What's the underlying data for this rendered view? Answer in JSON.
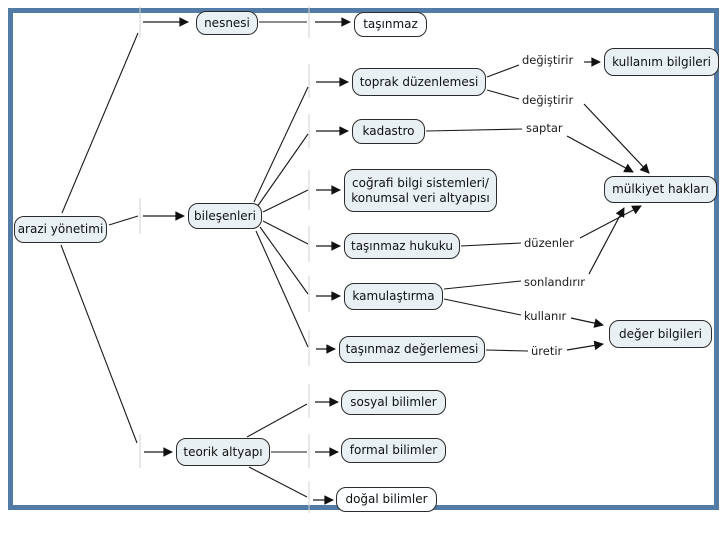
{
  "diagram": {
    "root_label": "arazi yönetimi",
    "nodes": {
      "nesnesi": "nesnesi",
      "tasinmaz": "taşınmaz",
      "bilesenleri": "bileşenleri",
      "toprak_duzenlemesi": "toprak düzenlemesi",
      "kadastro": "kadastro",
      "cbs_line1": "coğrafi bilgi sistemleri/",
      "cbs_line2": "konumsal veri altyapısı",
      "tasinmaz_hukuku": "taşınmaz hukuku",
      "kamulastirma": "kamulaştırma",
      "tasinmaz_degerlemesi": "taşınmaz değerlemesi",
      "kullanim_bilgileri": "kullanım bilgileri",
      "mulkiyet_haklari": "mülkiyet hakları",
      "deger_bilgileri": "değer bilgileri",
      "teorik_altyapi": "teorik altyapı",
      "sosyal_bilimler": "sosyal bilimler",
      "formal_bilimler": "formal bilimler",
      "dogal_bilimler": "doğal bilimler"
    },
    "edge_labels": {
      "degistirir_1": "değiştirir",
      "degistirir_2": "değiştirir",
      "saptar": "saptar",
      "duzenler": "düzenler",
      "sonlandirir": "sonlandırır",
      "kullanir": "kullanır",
      "uretir": "üretir"
    },
    "colors": {
      "frame_border": "#527ca6",
      "node_fill": "#e8f0f3",
      "node_border": "#2b2b2b",
      "connector": "#1a1a1a"
    }
  }
}
